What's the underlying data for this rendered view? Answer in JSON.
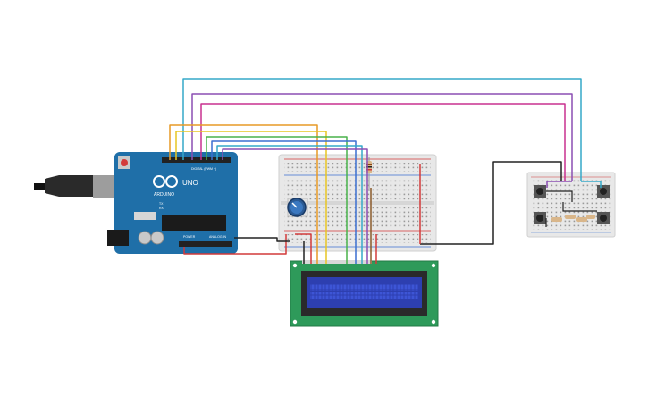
{
  "arduino": {
    "brand_logo_text": "ARDUINO",
    "model_label": "UNO",
    "header_digital_label": "DIGITAL (PWM ~)",
    "header_power_label": "POWER",
    "header_analog_label": "ANALOG IN",
    "tx_label": "TX",
    "rx_label": "RX",
    "board_color": "#1f6fa8"
  },
  "lcd": {
    "pcb_color": "#2e9a5a",
    "screen_color": "#2d3fb0"
  },
  "breadboard": {
    "body_color": "#e8e8e8"
  },
  "wire_colors": {
    "cyan": "#35a9c9",
    "purple": "#8b4fb3",
    "magenta": "#c8308f",
    "orange": "#e79a27",
    "yellow": "#e7c623",
    "green": "#49b24a",
    "blue": "#3b6fd0",
    "red": "#d23a3a",
    "black": "#222222"
  }
}
